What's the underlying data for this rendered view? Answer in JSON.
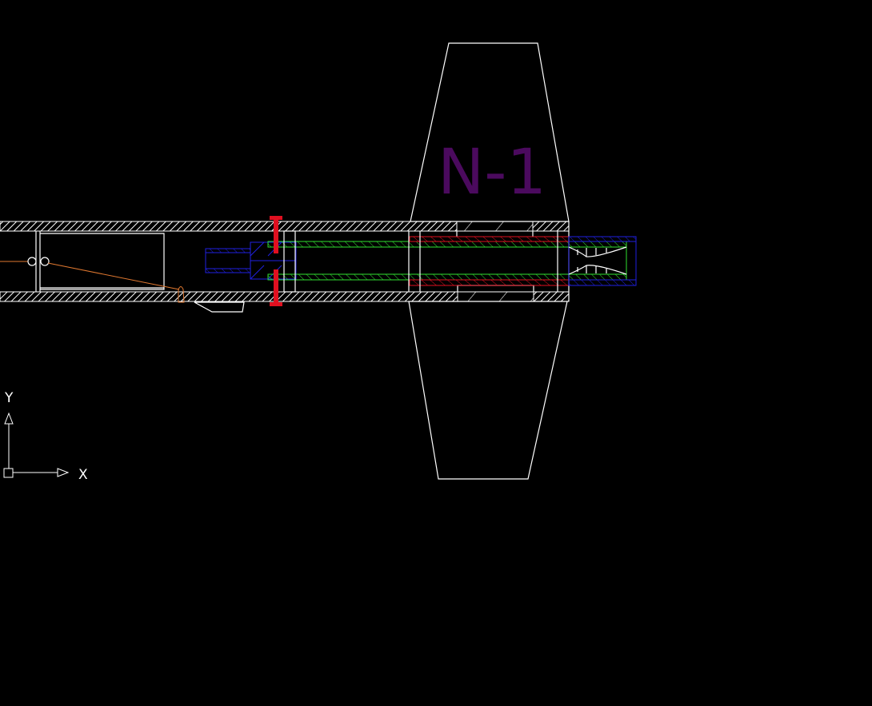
{
  "drawing": {
    "fin_label": "N-1",
    "colors": {
      "background": "#000000",
      "outline": "#ffffff",
      "label": "#4b0a5e",
      "bulkhead": "#e01020",
      "motor_tube": "#30e030",
      "coupler": "#2020e0",
      "shock_cord": "#e07830"
    }
  },
  "ucs_icon": {
    "x_label": "X",
    "y_label": "Y"
  }
}
